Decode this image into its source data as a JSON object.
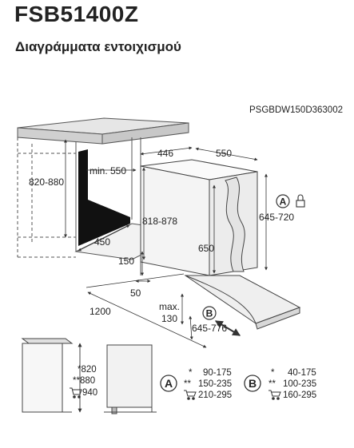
{
  "header": {
    "model": "FSB51400Z",
    "subtitle": "Διαγράμματα εντοιχισμού",
    "doc_code": "PSGBDW150D363002"
  },
  "dimensions": {
    "cabinet_height": "820-880",
    "min_depth": "min. 550",
    "niche_width": "450",
    "appliance_height": "818-878",
    "top_width": "446",
    "top_depth": "550",
    "body_height": "650",
    "plinth_height": "150",
    "plinth_offset": "50",
    "door_open_depth": "1200",
    "max_clearance": "max.\n130",
    "max_label": "max.",
    "max_value": "130",
    "hinge_range": "645-776",
    "a_range": "645-720",
    "side_h1": "*820",
    "side_h2": "**880",
    "side_h3": "940"
  },
  "table_a": {
    "label": "A",
    "rows": [
      {
        "mark": "*",
        "value": "90-175"
      },
      {
        "mark": "**",
        "value": "150-235"
      },
      {
        "mark": "",
        "value": "210-295"
      }
    ]
  },
  "table_b": {
    "label": "B",
    "rows": [
      {
        "mark": "*",
        "value": "40-175"
      },
      {
        "mark": "**",
        "value": "100-235"
      },
      {
        "mark": "",
        "value": "160-295"
      }
    ]
  },
  "icons": [
    "lock-icon",
    "cart-icon"
  ]
}
